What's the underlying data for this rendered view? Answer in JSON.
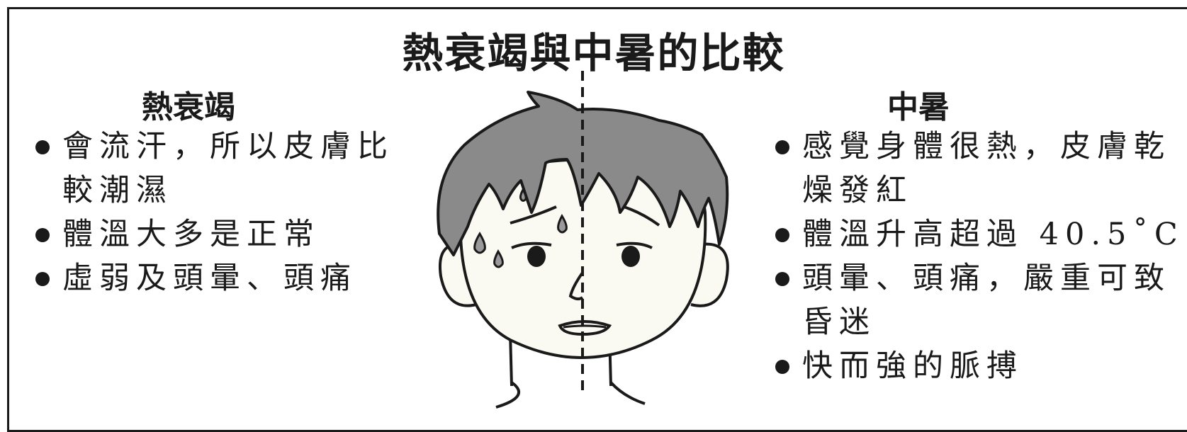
{
  "title": "熱衰竭與中暑的比較",
  "left": {
    "heading": "熱衰竭",
    "items": [
      "會流汗，所以皮膚比較潮濕",
      "體溫大多是正常",
      "虛弱及頭暈、頭痛"
    ]
  },
  "right": {
    "heading": "中暑",
    "items": [
      "感覺身體很熱，皮膚乾燥發紅",
      "體溫升高超過 40.5˚C",
      "頭暈、頭痛，嚴重可致昏迷",
      "快而強的脈搏"
    ]
  },
  "colors": {
    "hair": "#8a8a8a",
    "skin": "#fafaf2",
    "line": "#1a1a1a"
  }
}
